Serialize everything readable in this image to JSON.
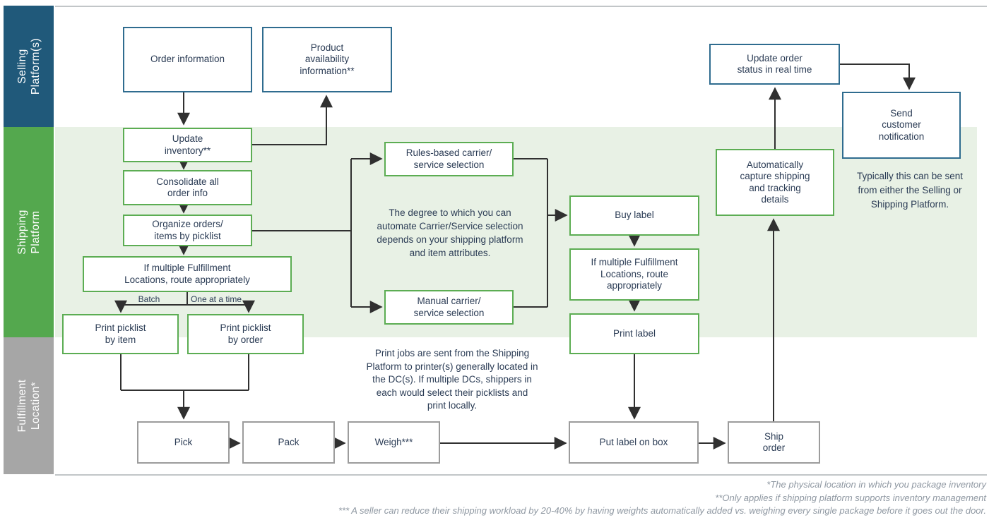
{
  "lanes": [
    {
      "label": "Selling\nPlatform(s)",
      "color": "#20597a"
    },
    {
      "label": "Shipping\nPlatform",
      "color": "#54a84e"
    },
    {
      "label": "Fulfillment\nLocation*",
      "color": "#a6a6a6"
    }
  ],
  "boxes": {
    "order_information": "Order information",
    "product_availability": "Product\navailability\ninformation**",
    "update_order_status": "Update order\nstatus in real time",
    "send_customer_notification": "Send\ncustomer\nnotification",
    "update_inventory": "Update\ninventory**",
    "consolidate_order_info": "Consolidate all\norder info",
    "organize_orders": "Organize orders/\nitems by picklist",
    "route_appropriately_picklist": "If multiple Fulfillment\nLocations, route appropriately",
    "print_picklist_item": "Print picklist\nby item",
    "print_picklist_order": "Print picklist\nby order",
    "rules_based_selection": "Rules-based carrier/\nservice selection",
    "manual_selection": "Manual carrier/\nservice selection",
    "buy_label": "Buy label",
    "route_appropriately_label": "If multiple Fulfillment\nLocations, route\nappropriately",
    "print_label": "Print label",
    "auto_capture": "Automatically\ncapture shipping\nand tracking\ndetails",
    "pick": "Pick",
    "pack": "Pack",
    "weigh": "Weigh***",
    "put_label_on_box": "Put label on box",
    "ship_order": "Ship\norder"
  },
  "edge_labels": {
    "batch": "Batch",
    "one_at_a_time": "One at a time"
  },
  "notes": {
    "carrier_selection": "The degree to which you can\nautomate Carrier/Service selection\ndepends on your shipping platform\nand item attributes.",
    "print_jobs": "Print jobs are sent from the Shipping\nPlatform to printer(s) generally located in\nthe DC(s). If multiple DCs, shippers in\neach would select their picklists and\nprint locally.",
    "notification_source": "Typically this can be sent\nfrom either the Selling or\nShipping Platform."
  },
  "footnotes": [
    "*The physical location in which you package inventory",
    "**Only applies if shipping platform supports inventory management",
    "*** A seller can reduce their shipping workload by 20-40% by having weights automatically added vs. weighing every single package before it goes out the door."
  ],
  "colors": {
    "selling_lane": "#20597a",
    "shipping_lane": "#54a84e",
    "fulfillment_lane": "#a6a6a6",
    "shipping_band": "#e8f1e5",
    "blue_box_border": "#2f6c8f",
    "green_box_border": "#5cad53",
    "gray_box_border": "#9c9c9c",
    "box_text": "#2b3c55",
    "arrow": "#303030",
    "footnote_text": "#8f98a2"
  }
}
